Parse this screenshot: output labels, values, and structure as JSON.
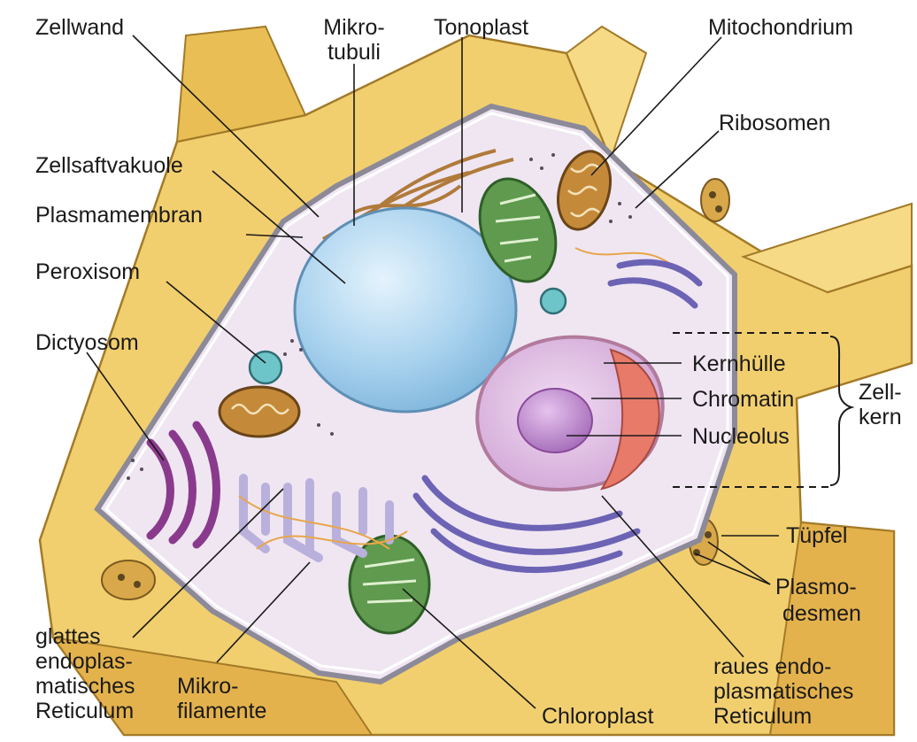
{
  "labels": {
    "zellwand": "Zellwand",
    "mikrotubuli_1": "Mikro-",
    "mikrotubuli_2": "tubuli",
    "tonoplast": "Tonoplast",
    "mitochondrium": "Mitochondrium",
    "ribosomen": "Ribosomen",
    "zellsaftvakuole": "Zellsaftvakuole",
    "plasmamembran": "Plasmamembran",
    "peroxisom": "Peroxisom",
    "dictyosom": "Dictyosom",
    "kernhuelle": "Kernhülle",
    "chromatin": "Chromatin",
    "nucleolus": "Nucleolus",
    "zellkern_1": "Zell-",
    "zellkern_2": "kern",
    "tuepfel": "Tüpfel",
    "plasmodesmen_1": "Plasmo-",
    "plasmodesmen_2": "desmen",
    "glattes_er_1": "glattes",
    "glattes_er_2": "endoplas-",
    "glattes_er_3": "matisches",
    "glattes_er_4": "Reticulum",
    "mikrofilamente_1": "Mikro-",
    "mikrofilamente_2": "filamente",
    "chloroplast": "Chloroplast",
    "raues_er_1": "raues endo-",
    "raues_er_2": "plasmatisches",
    "raues_er_3": "Reticulum"
  },
  "colors": {
    "cell_wall": "#f2cf6e",
    "cell_wall_dark": "#c99a3a",
    "cytoplasm": "#efe6f2",
    "vacuole": "#a9d2ee",
    "chloroplast": "#5f9a4e",
    "mitochondrion": "#c48a3a",
    "nucleus": "#dcb8de",
    "nucleolus": "#b77cc8",
    "rough_er": "#6c63b5",
    "envelope": "#e87a6a"
  }
}
